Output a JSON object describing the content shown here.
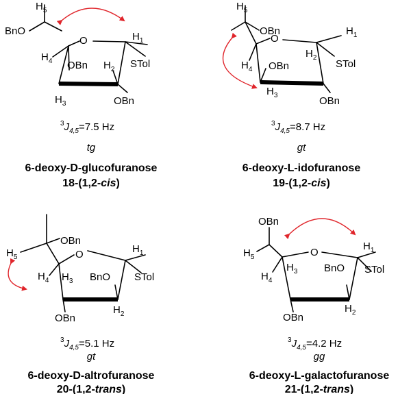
{
  "structures": [
    {
      "name": "6-deoxy-D-glucofuranose",
      "compound_number": "18",
      "configuration": "1,2-",
      "configuration_term": "cis",
      "coupling_value": "=7.5 Hz",
      "conformer": "tg",
      "labels": {
        "H5": "H",
        "H5_sub": "5",
        "H4": "H",
        "H4_sub": "4",
        "H3": "H",
        "H3_sub": "3",
        "H2": "H",
        "H2_sub": "2",
        "H1": "H",
        "H1_sub": "1",
        "O_ring": "O",
        "BnO_C5": "BnO",
        "OBn_C3": "OBn",
        "OBn_C2": "OBn",
        "STol": "STol"
      }
    },
    {
      "name": "6-deoxy-L-idofuranose",
      "compound_number": "19",
      "configuration": "1,2-",
      "configuration_term": "cis",
      "coupling_value": "=8.7 Hz",
      "conformer": "gt",
      "labels": {
        "H5": "H",
        "H5_sub": "5",
        "H4": "H",
        "H4_sub": "4",
        "H3": "H",
        "H3_sub": "3",
        "H2": "H",
        "H2_sub": "2",
        "H1": "H",
        "H1_sub": "1",
        "O_ring": "O",
        "OBn_C5": "OBn",
        "OBn_C3": "OBn",
        "OBn_C2": "OBn",
        "STol": "STol"
      }
    },
    {
      "name": "6-deoxy-D-altrofuranose",
      "compound_number": "20",
      "configuration": "1,2-",
      "configuration_term": "trans",
      "coupling_value": "=5.1 Hz",
      "conformer": "gt",
      "labels": {
        "H5": "H",
        "H5_sub": "5",
        "H4": "H",
        "H4_sub": "4",
        "H3": "H",
        "H3_sub": "3",
        "H2": "H",
        "H2_sub": "2",
        "H1": "H",
        "H1_sub": "1",
        "O_ring": "O",
        "OBn_C5": "OBn",
        "OBn_C3": "OBn",
        "BnO_C2": "BnO",
        "STol": "STol"
      }
    },
    {
      "name": "6-deoxy-L-galactofuranose",
      "compound_number": "21",
      "configuration": "1,2-",
      "configuration_term": "trans",
      "coupling_value": "=4.2 Hz",
      "conformer": "gg",
      "labels": {
        "H5": "H",
        "H5_sub": "5",
        "H4": "H",
        "H4_sub": "4",
        "H3": "H",
        "H3_sub": "3",
        "H2": "H",
        "H2_sub": "2",
        "H1": "H",
        "H1_sub": "1",
        "O_ring": "O",
        "OBn_C5": "OBn",
        "OBn_C3": "OBn",
        "BnO_C2": "BnO",
        "STol": "STol"
      }
    }
  ],
  "coupling_symbol": {
    "superscript": "3",
    "letter": "J",
    "subscript": "4,5"
  },
  "colors": {
    "arrow": "#e0252b",
    "ink": "#000000"
  }
}
